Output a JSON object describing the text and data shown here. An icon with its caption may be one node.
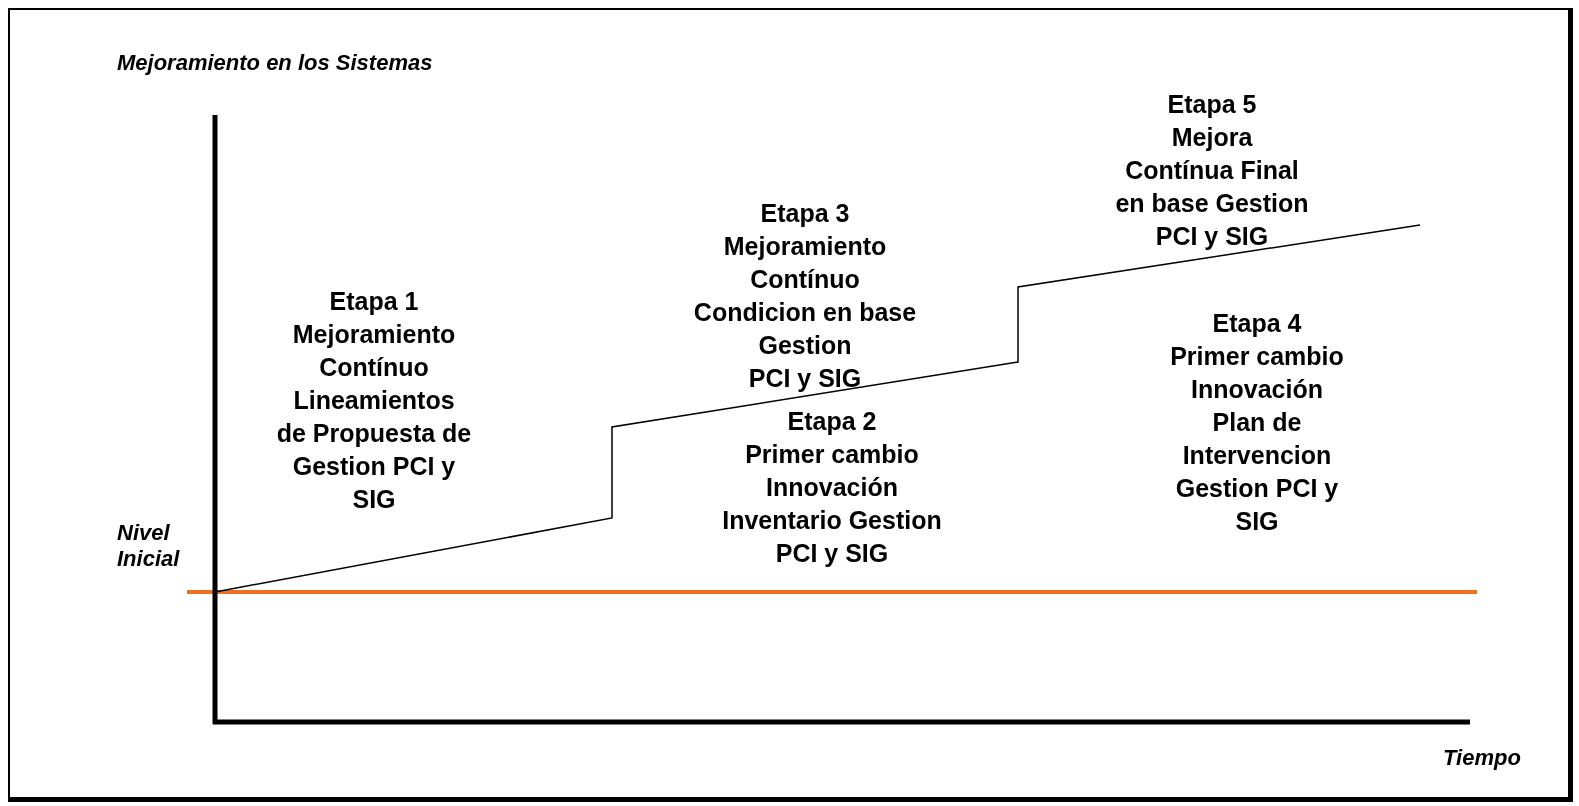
{
  "diagram": {
    "labels": [
      "Mejoramiento en los Sistemas",
      "Etapa 5",
      "Mejora",
      "Contínua Final en base Gestion",
      "PCI y SIG",
      "Etapa 3",
      "Mejoramiento Contínuo Condicion en base Gestion",
      "PCI y SIG",
      "Etapa 1",
      "Mejoramiento Contínuo",
      "Lineamientos de Propuesta de Gestion PCI y SIG",
      "Etapa 4",
      "Primer cambio Innovación",
      "Plan de Intervencion Gestion PCI y SIG",
      "Etapa 2",
      "Primer cambio Innovación",
      "Inventario Gestion PCI y SIG",
      "Nivel Inicial",
      "Tiempo"
    ]
  }
}
